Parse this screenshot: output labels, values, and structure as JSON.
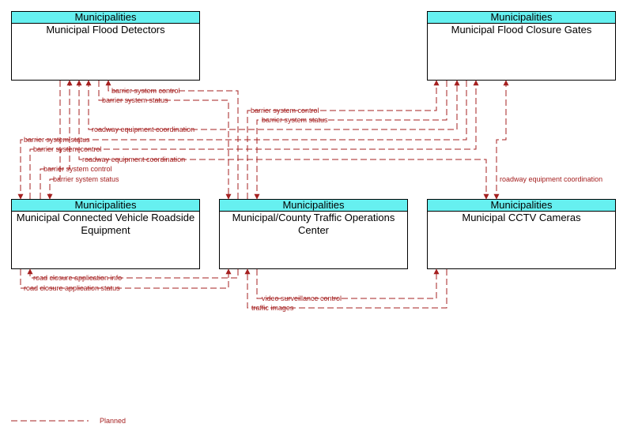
{
  "nodes": {
    "flood_detectors": {
      "category": "Municipalities",
      "title": "Municipal Flood Detectors"
    },
    "closure_gates": {
      "category": "Municipalities",
      "title": "Municipal Flood Closure Gates"
    },
    "cv_roadside": {
      "category": "Municipalities",
      "title": "Municipal Connected Vehicle Roadside Equipment"
    },
    "toc": {
      "category": "Municipalities",
      "title": "Municipal/County Traffic Operations Center"
    },
    "cctv": {
      "category": "Municipalities",
      "title": "Municipal CCTV Cameras"
    }
  },
  "flow_labels": {
    "f1": "barrier system control",
    "f2": "barrier system status",
    "f3": "barrier system control",
    "f4": "barrier system status",
    "f5": "roadway equipment coordination",
    "f6": "barrier system status",
    "f7": "barrier system control",
    "f8": "roadway equipment coordination",
    "f9": "barrier system control",
    "f10": "barrier system status",
    "f11": "roadway equipment coordination",
    "f12": "road closure application info",
    "f13": "road closure application status",
    "f14": "video surveillance control",
    "f15": "traffic images"
  },
  "legend": {
    "planned_label": "Planned"
  },
  "colors": {
    "flow": "#a52020",
    "header": "#66f0f0"
  }
}
